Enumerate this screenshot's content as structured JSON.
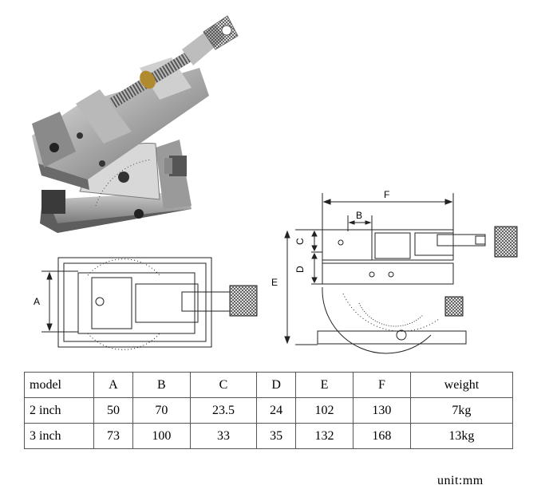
{
  "dimension_labels": {
    "a": "A",
    "b": "B",
    "c": "C",
    "d": "D",
    "e": "E",
    "f": "F"
  },
  "table": {
    "headers": [
      "model",
      "A",
      "B",
      "C",
      "D",
      "E",
      "F",
      "weight"
    ],
    "rows": [
      [
        "2 inch",
        "50",
        "70",
        "23.5",
        "24",
        "102",
        "130",
        "7kg"
      ],
      [
        "3 inch",
        "73",
        "100",
        "33",
        "35",
        "132",
        "168",
        "13kg"
      ]
    ]
  },
  "unit": "unit:mm"
}
